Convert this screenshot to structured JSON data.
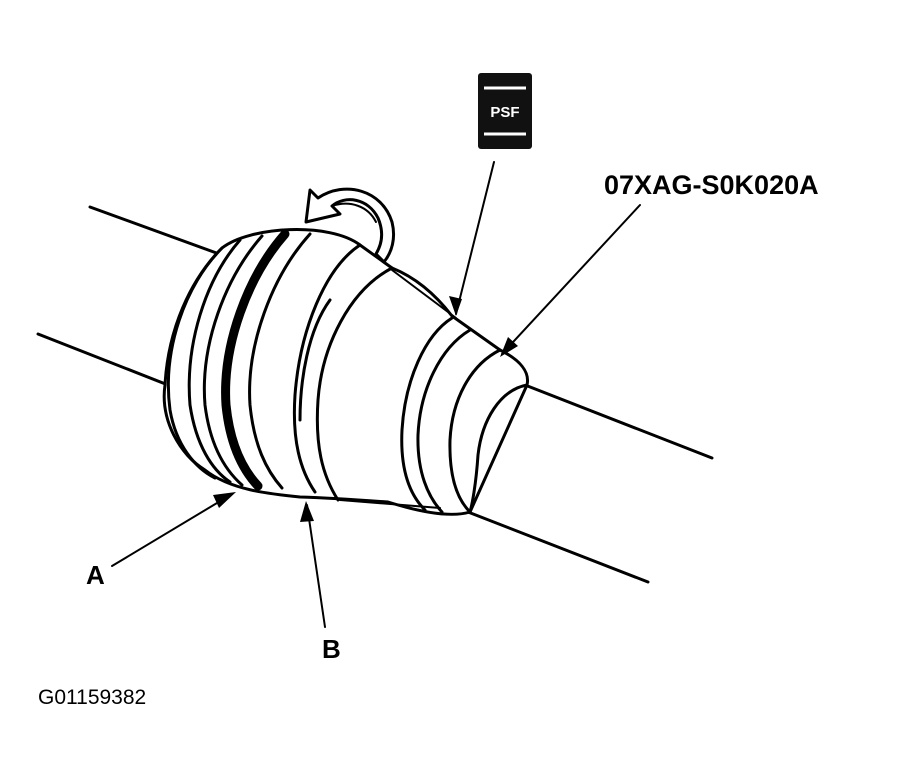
{
  "badge": {
    "text": "PSF"
  },
  "labels": {
    "tool_number": "07XAG-S0K020A",
    "callout_a": "A",
    "callout_b": "B"
  },
  "figure_id": "G01159382",
  "icons": [
    "rotation-arrow-icon",
    "grease-badge-icon"
  ],
  "colors": {
    "ink": "#000000",
    "paper": "#ffffff"
  }
}
